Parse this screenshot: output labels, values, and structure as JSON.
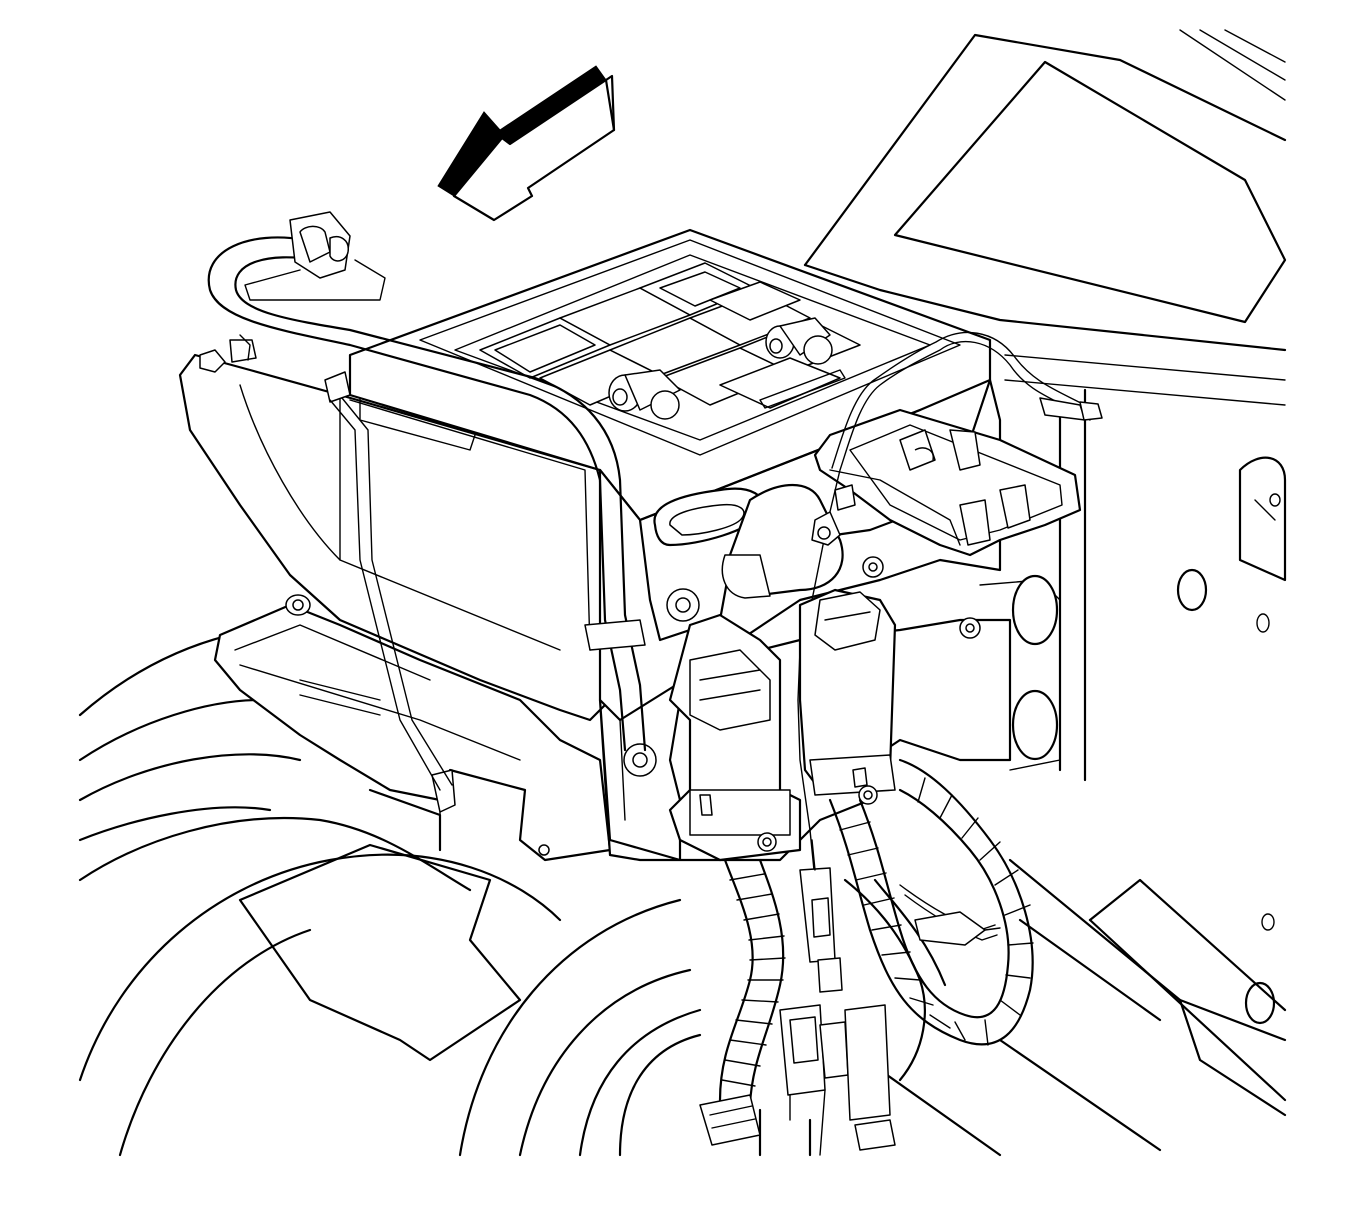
{
  "figure": {
    "style": "black line-art technical illustration",
    "background_color": "#ffffff",
    "line_color": "#000000",
    "icons": [
      "direction-arrow-icon"
    ],
    "components": [
      "vehicle-direction-arrow",
      "wheelhouse-liner",
      "body-panel-right",
      "abs-modulator-block",
      "brake-pipe",
      "bracket-mount",
      "electrical-connector-left",
      "electrical-connector-right",
      "sensor-wire",
      "convoluted-wiring-harness",
      "harness-connectors",
      "ground-fastener"
    ]
  }
}
